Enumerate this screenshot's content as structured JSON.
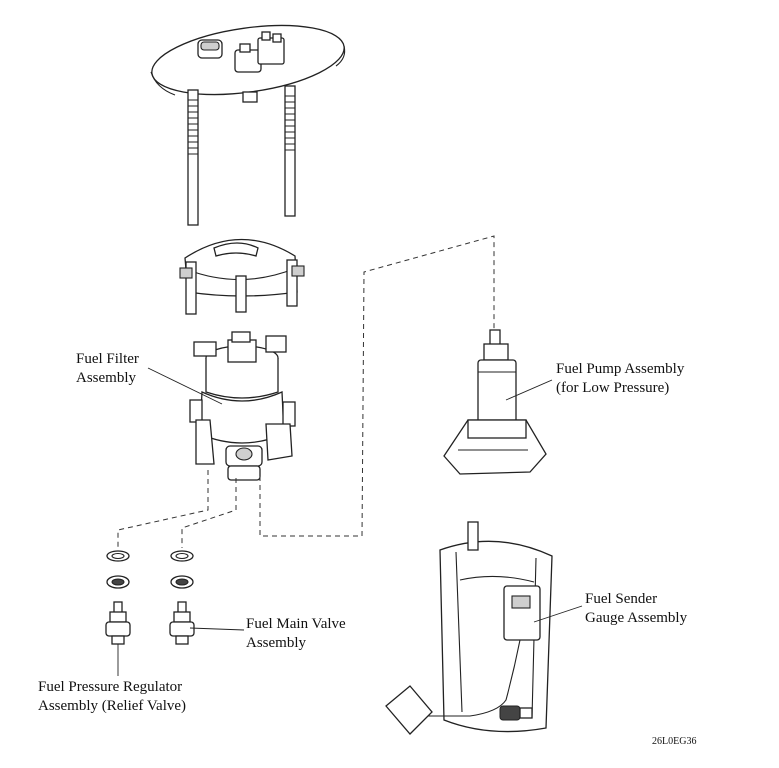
{
  "labels": {
    "fuel_filter": [
      "Fuel Filter",
      "Assembly"
    ],
    "fuel_pump": [
      "Fuel Pump Assembly",
      "(for Low Pressure)"
    ],
    "fuel_sender": [
      "Fuel Sender",
      "Gauge Assembly"
    ],
    "fuel_main_valve": [
      "Fuel Main Valve",
      "Assembly"
    ],
    "fuel_pressure_regulator": [
      "Fuel Pressure Regulator",
      "Assembly (Relief Valve)"
    ]
  },
  "figure_code": "26L0EG36"
}
